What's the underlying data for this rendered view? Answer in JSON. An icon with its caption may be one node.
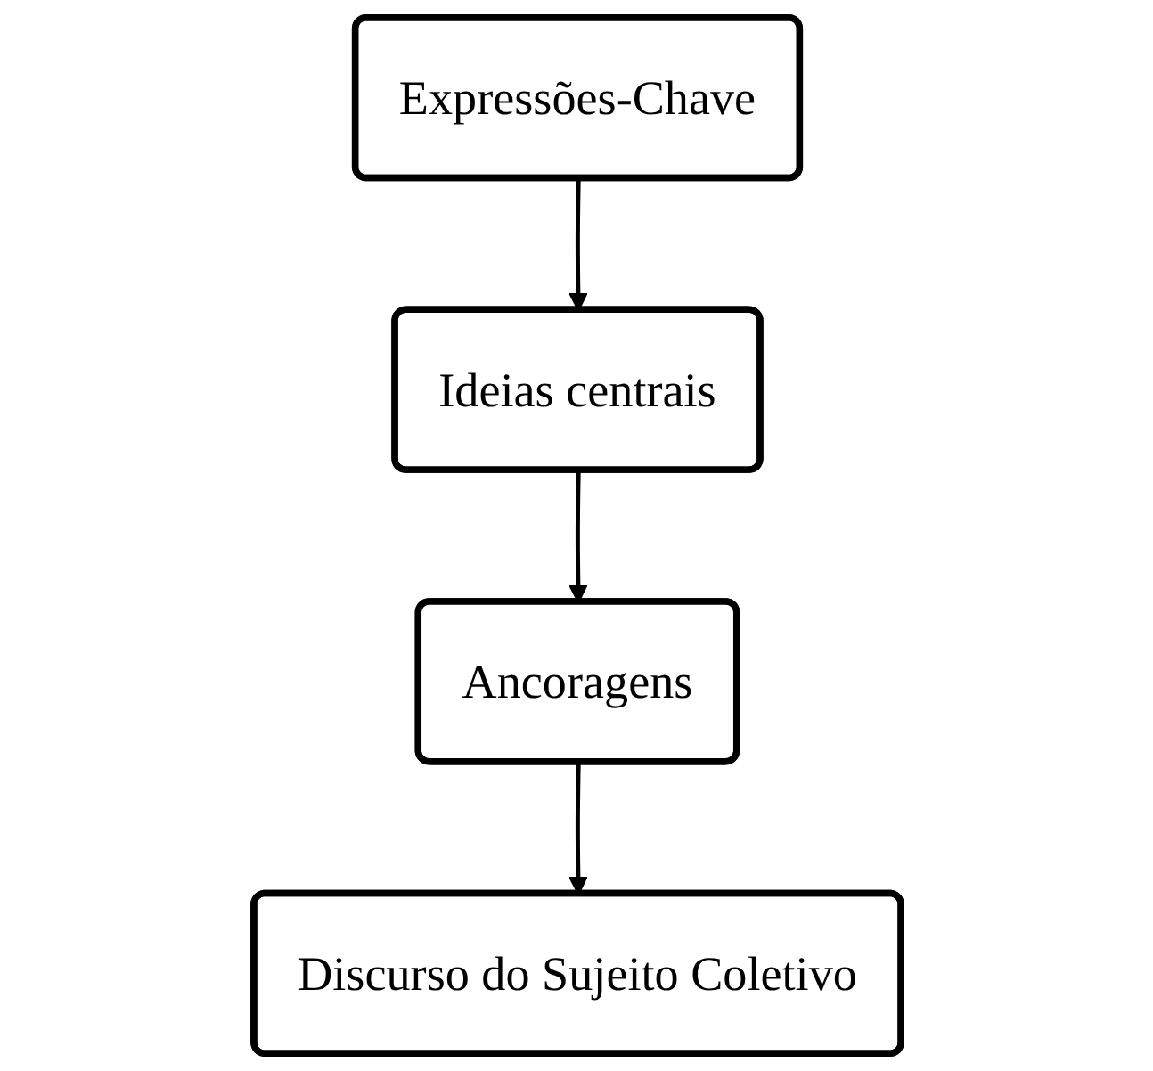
{
  "diagram": {
    "nodes": [
      {
        "text": [
          "Expressões-Chave"
        ]
      },
      {
        "text": [
          "Ideias centrais"
        ]
      },
      {
        "text": [
          "Ancoragens"
        ]
      },
      {
        "text": [
          "Discurso do Sujeito Coletivo"
        ]
      }
    ],
    "edges": [
      {
        "from": 0,
        "to": 1,
        "arrow": "to"
      },
      {
        "from": 1,
        "to": 2,
        "arrow": "to"
      },
      {
        "from": 2,
        "to": 3,
        "arrow": "to"
      }
    ]
  }
}
